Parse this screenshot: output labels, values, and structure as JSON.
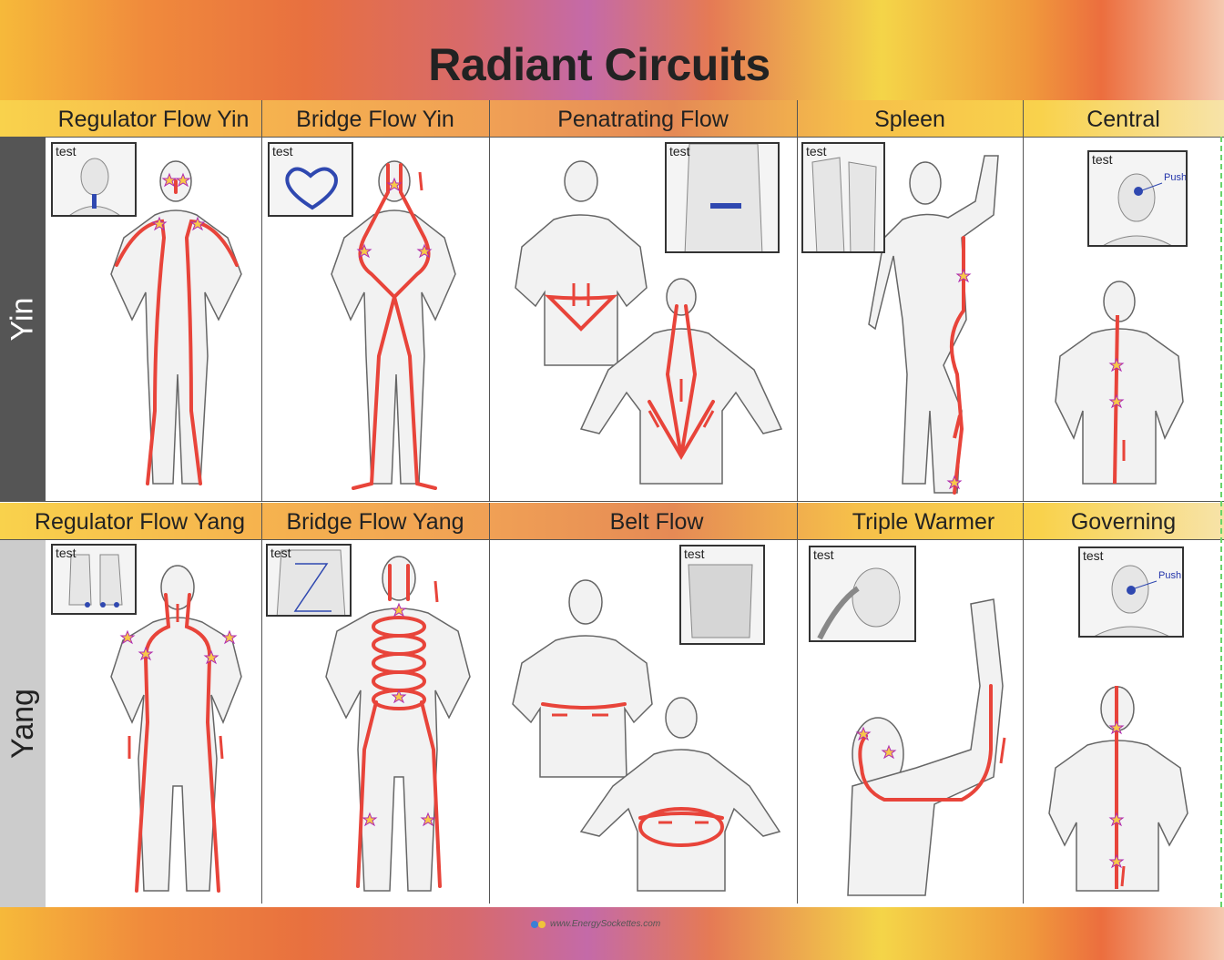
{
  "title": "Radiant Circuits",
  "rows": {
    "yin": "Yin",
    "yang": "Yang"
  },
  "yin_headers": [
    "Regulator Flow Yin",
    "Bridge Flow Yin",
    "Penatrating Flow",
    "Spleen",
    "Central"
  ],
  "yang_headers": [
    "Regulator Flow Yang",
    "Bridge Flow Yang",
    "Belt Flow",
    "Triple Warmer",
    "Governing"
  ],
  "inset_label": "test",
  "push_label": "Push",
  "footer_text": "www.EnergySockettes.com",
  "colors": {
    "flow_line": "#e8443a",
    "heart_line": "#2f48b0",
    "yin_label_bg": "#555555",
    "yang_label_bg": "#cccccc"
  }
}
